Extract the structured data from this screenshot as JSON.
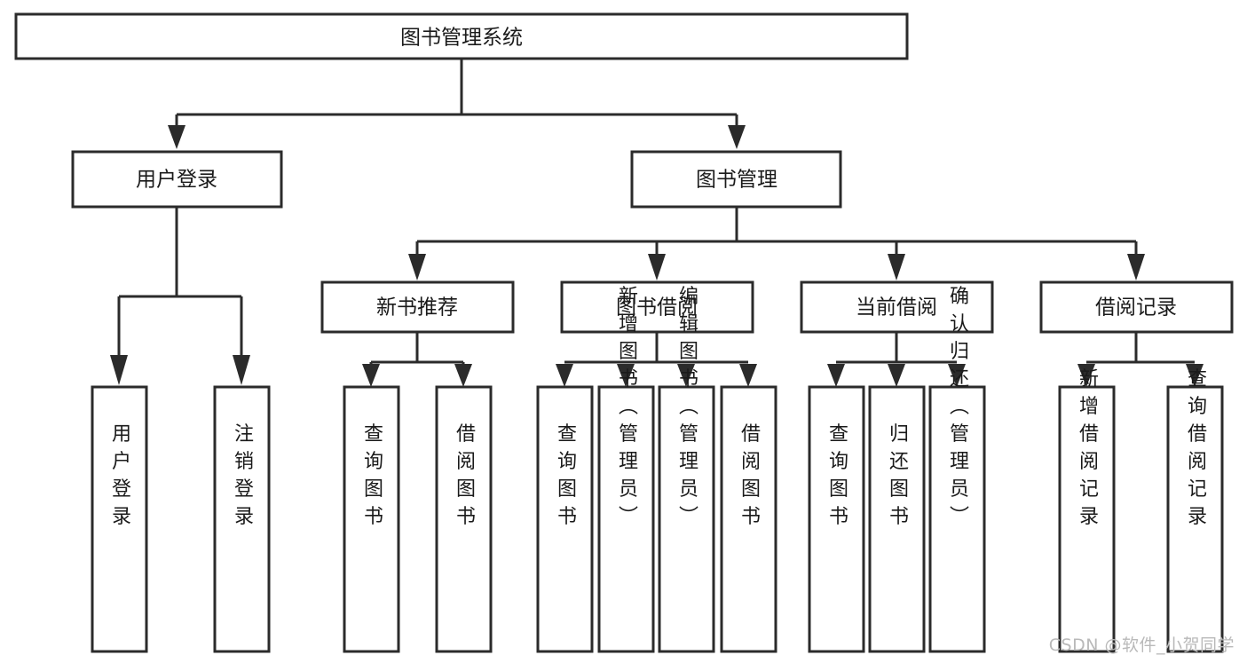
{
  "diagram": {
    "title": "图书管理系统",
    "type": "tree-hierarchy-diagram",
    "watermark": "CSDN @软件_小贺同学",
    "colors": {
      "box_stroke": "#2b2b2b",
      "box_fill": "#ffffff",
      "text": "#1a1a1a",
      "background": "#ffffff",
      "watermark": "#b9b9b9"
    },
    "root": {
      "label": "图书管理系统"
    },
    "level2": [
      {
        "label": "用户登录"
      },
      {
        "label": "图书管理"
      }
    ],
    "level3": [
      {
        "label": "新书推荐"
      },
      {
        "label": "图书借阅"
      },
      {
        "label": "当前借阅"
      },
      {
        "label": "借阅记录"
      }
    ],
    "leaves": {
      "user_login": [
        {
          "label": "用户登录"
        },
        {
          "label": "注销登录"
        }
      ],
      "new_book_recommend": [
        {
          "label": "查询图书"
        },
        {
          "label": "借阅图书"
        }
      ],
      "book_borrow": [
        {
          "label": "查询图书"
        },
        {
          "label": "新增图书（管理员）"
        },
        {
          "label": "编辑图书（管理员）"
        },
        {
          "label": "借阅图书"
        }
      ],
      "current_borrow": [
        {
          "label": "查询图书"
        },
        {
          "label": "归还图书"
        },
        {
          "label": "确认归还（管理员）"
        }
      ],
      "borrow_record": [
        {
          "label": "新增借阅记录"
        },
        {
          "label": "查询借阅记录"
        }
      ]
    }
  }
}
